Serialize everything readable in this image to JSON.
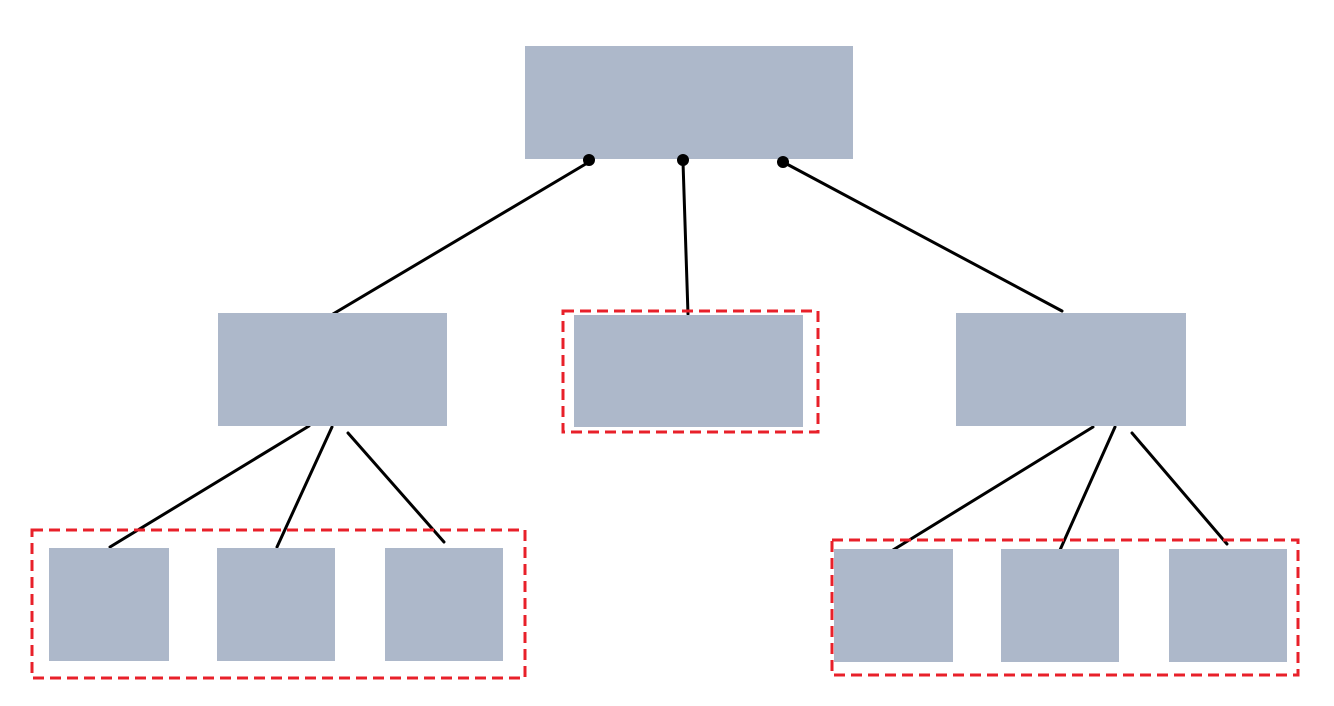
{
  "diagram": {
    "type": "tree",
    "colors": {
      "background": "#ffffff",
      "node_fill": "#adb8ca",
      "edge_stroke": "#000000",
      "group_outline": "#e8202a",
      "anchor_dot": "#000000"
    },
    "nodes": [
      {
        "id": "root",
        "level": 0,
        "label": ""
      },
      {
        "id": "left-child",
        "level": 1,
        "parent": "root",
        "label": ""
      },
      {
        "id": "middle-child",
        "level": 1,
        "parent": "root",
        "label": ""
      },
      {
        "id": "right-child",
        "level": 1,
        "parent": "root",
        "label": ""
      },
      {
        "id": "left-leaf-1",
        "level": 2,
        "parent": "left-child",
        "label": ""
      },
      {
        "id": "left-leaf-2",
        "level": 2,
        "parent": "left-child",
        "label": ""
      },
      {
        "id": "left-leaf-3",
        "level": 2,
        "parent": "left-child",
        "label": ""
      },
      {
        "id": "right-leaf-1",
        "level": 2,
        "parent": "right-child",
        "label": ""
      },
      {
        "id": "right-leaf-2",
        "level": 2,
        "parent": "right-child",
        "label": ""
      },
      {
        "id": "right-leaf-3",
        "level": 2,
        "parent": "right-child",
        "label": ""
      }
    ],
    "highlighted_groups": [
      {
        "id": "left-leaves-group",
        "members": [
          "left-leaf-1",
          "left-leaf-2",
          "left-leaf-3"
        ],
        "style": "dashed"
      },
      {
        "id": "middle-child-group",
        "members": [
          "middle-child"
        ],
        "style": "dashed"
      },
      {
        "id": "right-leaves-group",
        "members": [
          "right-leaf-1",
          "right-leaf-2",
          "right-leaf-3"
        ],
        "style": "dashed"
      }
    ]
  }
}
